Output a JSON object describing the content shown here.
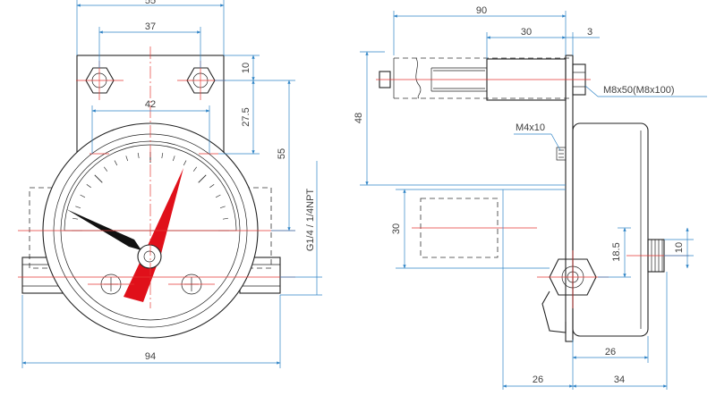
{
  "front_view": {
    "dims": {
      "top_width": "55",
      "hole_spacing_top": "37",
      "hole_spacing_mid": "42",
      "overall_width": "94",
      "hole_from_top": "10",
      "hole_spacing_vertical": "27.5",
      "center_height": "55"
    },
    "thread_label": "G1/4 / 1/4NPT"
  },
  "side_view": {
    "dims": {
      "overall_length": "90",
      "bolt_length": "30",
      "plate_thickness": "3",
      "height": "48",
      "body_height": "30",
      "port_offset": "18.5",
      "knob": "10",
      "depth_26_right": "26",
      "depth_26_left": "26",
      "depth_34": "34"
    },
    "bolt_label": "M8x50(M8x100)",
    "screw_label": "M4x10"
  },
  "colors": {
    "dimension": "#2f84c6",
    "centerline": "#e53935",
    "pointer_red": "#e0101a",
    "pointer_black": "#111111"
  }
}
